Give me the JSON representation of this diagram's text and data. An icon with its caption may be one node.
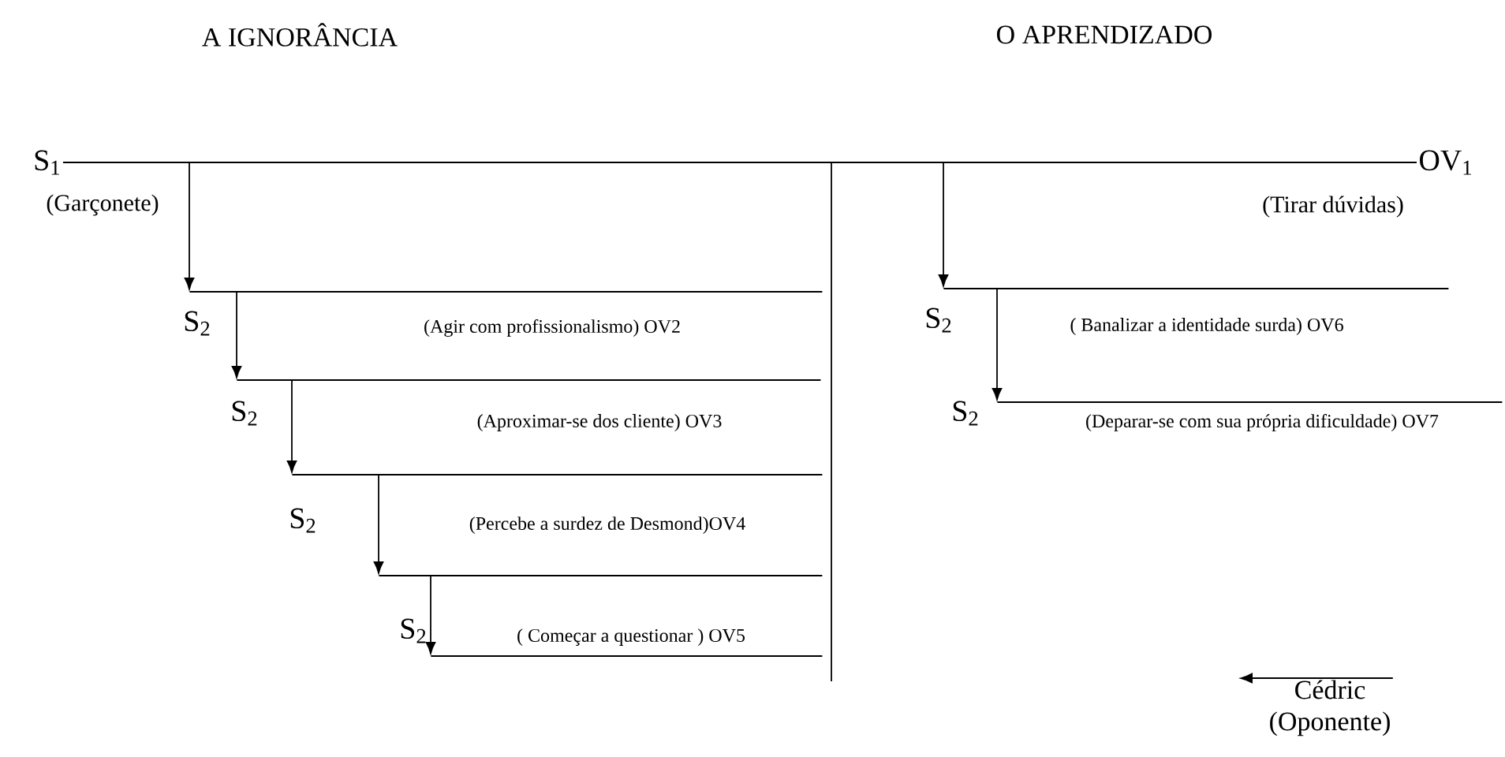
{
  "diagram": {
    "nodes": [
      {
        "text": [
          "S$_{1}$"
        ],
        "beside": [
          "(Garçonete)"
        ]
      },
      {
        "text": [
          "OV$_{1}$"
        ],
        "beside": [
          "(Tirar dúvidas)"
        ]
      },
      {
        "text": [
          "S$_{2}$"
        ],
        "beside": [
          "(Agir com profissionalismo) OV2"
        ]
      },
      {
        "text": [
          "S$_{2}$"
        ],
        "beside": [
          "(Aproximar-se dos cliente) OV3"
        ]
      },
      {
        "text": [
          "S$_{2}$"
        ],
        "beside": [
          "(Percebe a surdez de Desmond)OV4"
        ]
      },
      {
        "text": [
          "S$_{2}$"
        ]
      },
      {
        "text": [],
        "shape": "bar"
      },
      {
        "text": [
          "S$_{2}$"
        ],
        "beside": [
          "( Banalizar a identidade surda) OV6"
        ]
      },
      {
        "text": [
          "S$_{2}$"
        ],
        "beside": [
          "(Deparar-se com sua própria dificuldade) OV7"
        ]
      },
      {
        "text": [
          "Cédric",
          "(Oponente)"
        ]
      }
    ],
    "edges": [
      {
        "from": 0,
        "to": 1,
        "arrow": "none"
      },
      {
        "from": null,
        "to": 2,
        "arrow": "to"
      },
      {
        "from": 2,
        "to": 3,
        "arrow": "to"
      },
      {
        "from": 3,
        "to": 4,
        "arrow": "to"
      },
      {
        "from": 4,
        "to": 5,
        "arrow": "to"
      },
      {
        "from": 5,
        "to": 6,
        "arrow": "to"
      },
      {
        "from": null,
        "to": 7,
        "arrow": "to"
      },
      {
        "from": 7,
        "to": 8,
        "arrow": "to"
      },
      {
        "from": 9,
        "to": null,
        "arrow": "to"
      }
    ],
    "labels": [
      "A IGNORÂNCIA",
      "O APRENDIZADO",
      "( Começar a questionar ) OV5"
    ]
  }
}
